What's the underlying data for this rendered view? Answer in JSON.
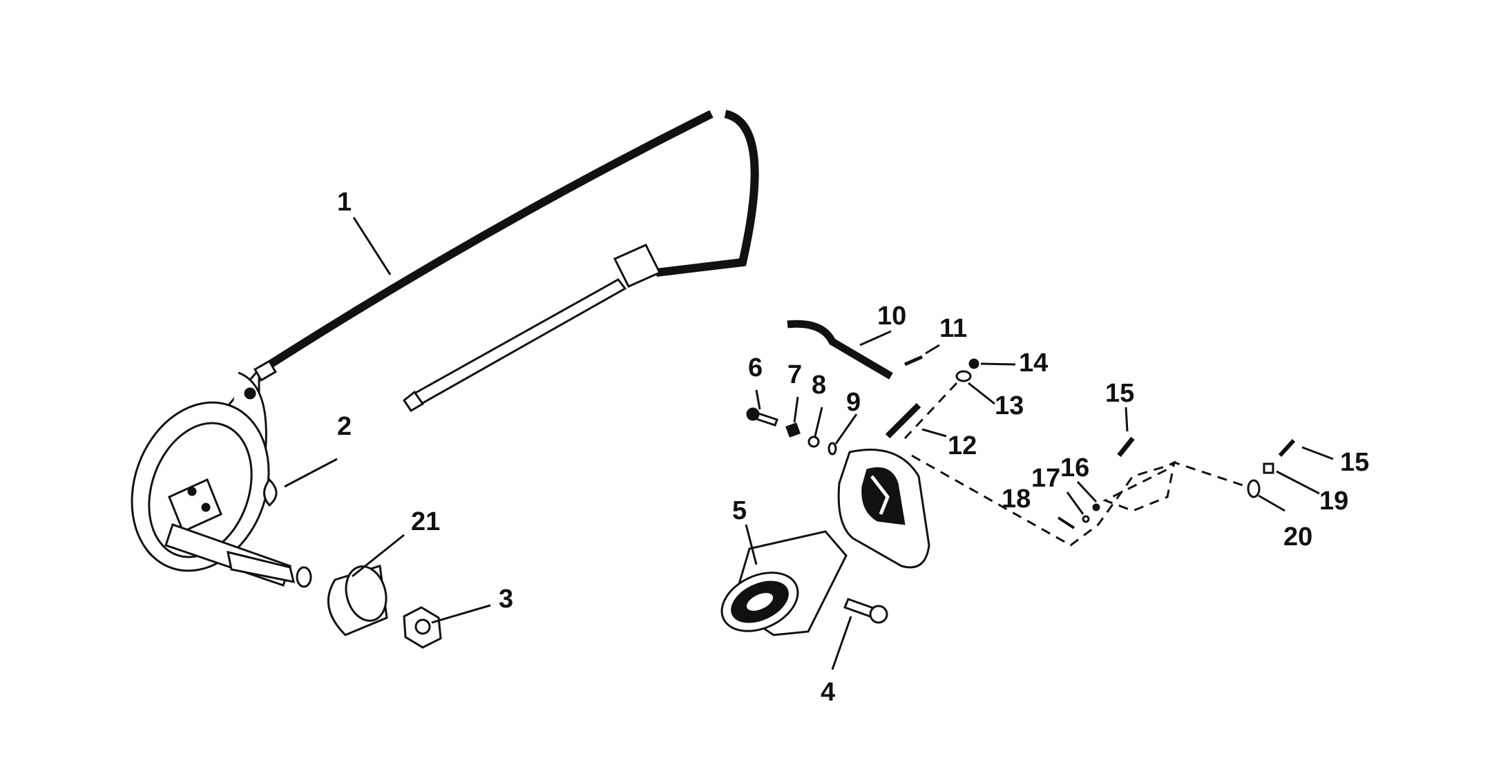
{
  "diagram": {
    "callouts": {
      "c1": "1",
      "c2": "2",
      "c3": "3",
      "c4": "4",
      "c5": "5",
      "c6": "6",
      "c7": "7",
      "c8": "8",
      "c9": "9",
      "c10": "10",
      "c11": "11",
      "c12": "12",
      "c13": "13",
      "c14": "14",
      "c15a": "15",
      "c15b": "15",
      "c16": "16",
      "c17": "17",
      "c18": "18",
      "c19": "19",
      "c20": "20",
      "c21": "21"
    },
    "colors": {
      "ink": "#111111",
      "background": "#ffffff"
    }
  }
}
